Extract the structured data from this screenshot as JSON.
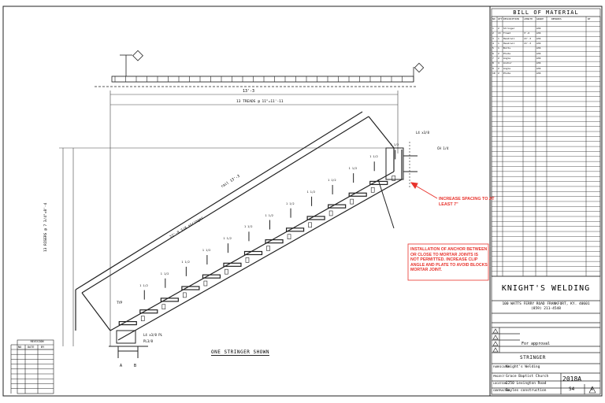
{
  "drawing": {
    "view_label": "ONE STRINGER SHOWN",
    "overall_dim": "13'-3",
    "run_dim": "13 TREADS @ 11\"=11'-11",
    "rise_dim": "13 RISERS @ 7 3/4\"=8'-4",
    "stringer_label": "22'-9 3/4 stringer",
    "rail_label": "rail 13'-3",
    "step_labels": [
      "1 1/2",
      "1 1/2",
      "1 1/2",
      "1 1/2",
      "1 1/2",
      "1 1/2",
      "1 1/2",
      "1 1/2",
      "1 1/2",
      "1 1/2",
      "1 1/2",
      "1 1/2",
      "1 1/2"
    ],
    "callouts": [
      "L4 x3/8 PL",
      "PL3/8",
      "L4 x3/8",
      "TYP",
      "CH 1/4",
      "A",
      "B"
    ]
  },
  "notes": {
    "spacing": "INCREASE SPACING TO AT LEAST 7\"",
    "anchor": "INSTALLATION OF ANCHOR BETWEEN OR CLOSE TO MORTAR JOINTS IS NOT PERMITTED. INCREASE CLIP ANGLE AND PLATE TO AVOID BLOCKS MORTAR JOINT."
  },
  "bom": {
    "title": "BILL OF MATERIAL",
    "headers": [
      "NO",
      "QTY",
      "DESCRIPTION",
      "LENGTH",
      "GRADE",
      "REMARKS",
      "WT"
    ],
    "rows": [
      [
        "1",
        "2",
        "Stringer",
        "",
        "A36",
        "",
        ""
      ],
      [
        "2",
        "13",
        "Tread",
        "3'-6",
        "A36",
        "",
        ""
      ],
      [
        "3",
        "1",
        "Handrail",
        "13'-3",
        "A36",
        "",
        ""
      ],
      [
        "4",
        "1",
        "Handrail",
        "13'-3",
        "A36",
        "",
        ""
      ],
      [
        "5",
        "1",
        "Bolts",
        "",
        "A36",
        "",
        ""
      ],
      [
        "6",
        "2",
        "Plate",
        "",
        "A36",
        "",
        ""
      ],
      [
        "7",
        "2",
        "Angle",
        "",
        "A36",
        "",
        ""
      ],
      [
        "8",
        "4",
        "Anchor",
        "",
        "A36",
        "",
        ""
      ],
      [
        "9",
        "2",
        "Angle",
        "",
        "A36",
        "",
        ""
      ],
      [
        "10",
        "2",
        "Plate",
        "",
        "A36",
        "",
        ""
      ]
    ]
  },
  "title_block": {
    "company": "KNIGHT'S WELDING",
    "address": "100 WATTS FERRY ROAD FRANKFORT, KY. 40601",
    "phone": "(859) 211-4548",
    "revision_note": "For approval",
    "drawing_title": "STRINGER",
    "job_label": "PROJECT",
    "job": "Grace Baptist Church",
    "location_label": "LOCATION",
    "location": "1250 Lexington Road",
    "contractor_label": "CONTRACTOR",
    "contractor": "Bayles construction",
    "fabricator_label": "FABRICATOR",
    "fabricator": "Knight's Welding",
    "drawing_no": "2018A",
    "sheet_no": "S4",
    "rev": "A"
  },
  "rev_table": {
    "title": "REVISION",
    "headers": [
      "NO",
      "DATE",
      "BY"
    ]
  }
}
